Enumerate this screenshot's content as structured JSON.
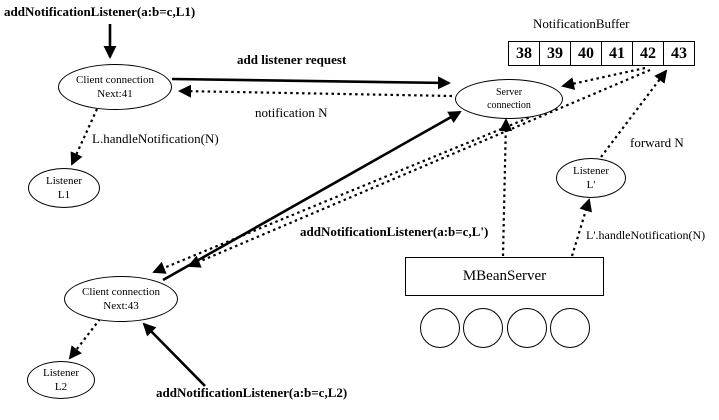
{
  "diagram": {
    "labels": {
      "add_listener_l1": "addNotificationListener(a:b=c,L1)",
      "notification_buffer": "NotificationBuffer",
      "add_listener_request": "add listener request",
      "notification_n": "notification N",
      "l_handle_notification": "L.handleNotification(N)",
      "forward_n": "forward N",
      "add_listener_lprime": "addNotificationListener(a:b=c,L')",
      "lprime_handle_notification": "L'.handleNotification(N)",
      "add_listener_l2": "addNotificationListener(a:b=c,L2)"
    },
    "nodes": {
      "client1": {
        "line1": "Client connection",
        "line2": "Next:41"
      },
      "client2": {
        "line1": "Client connection",
        "line2": "Next:43"
      },
      "server": {
        "line1": "Server",
        "line2": "connection"
      },
      "listener_l1": {
        "line1": "Listener",
        "line2": "L1"
      },
      "listener_l2": {
        "line1": "Listener",
        "line2": "L2"
      },
      "listener_lprime": {
        "line1": "Listener",
        "line2": "L'"
      },
      "mbean_server": "MBeanServer"
    },
    "buffer_cells": [
      "38",
      "39",
      "40",
      "41",
      "42",
      "43"
    ]
  }
}
